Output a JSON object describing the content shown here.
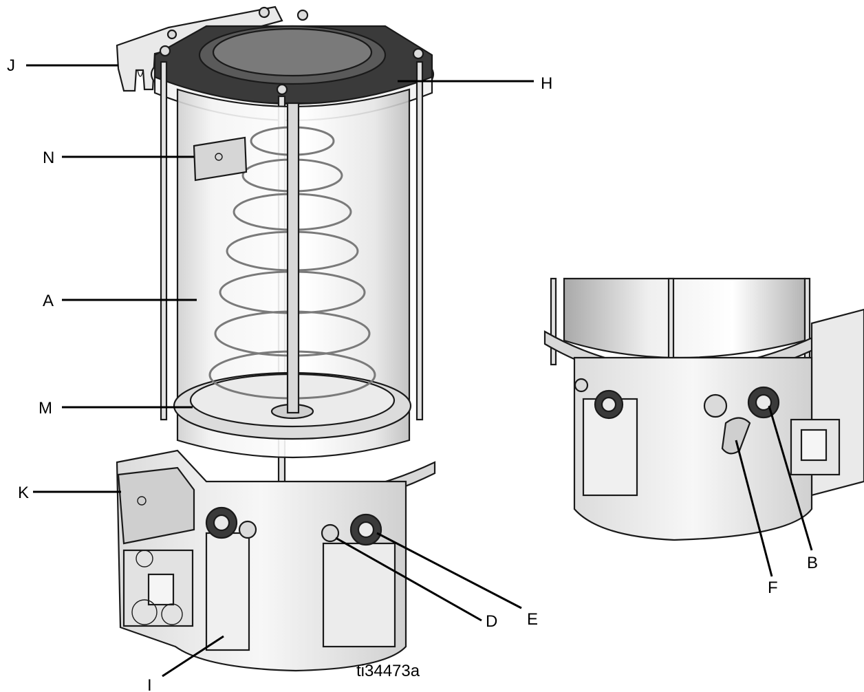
{
  "figure": {
    "id": "ti34473a",
    "callouts": [
      "J",
      "H",
      "N",
      "A",
      "M",
      "K",
      "I",
      "D",
      "E",
      "F",
      "B"
    ]
  }
}
